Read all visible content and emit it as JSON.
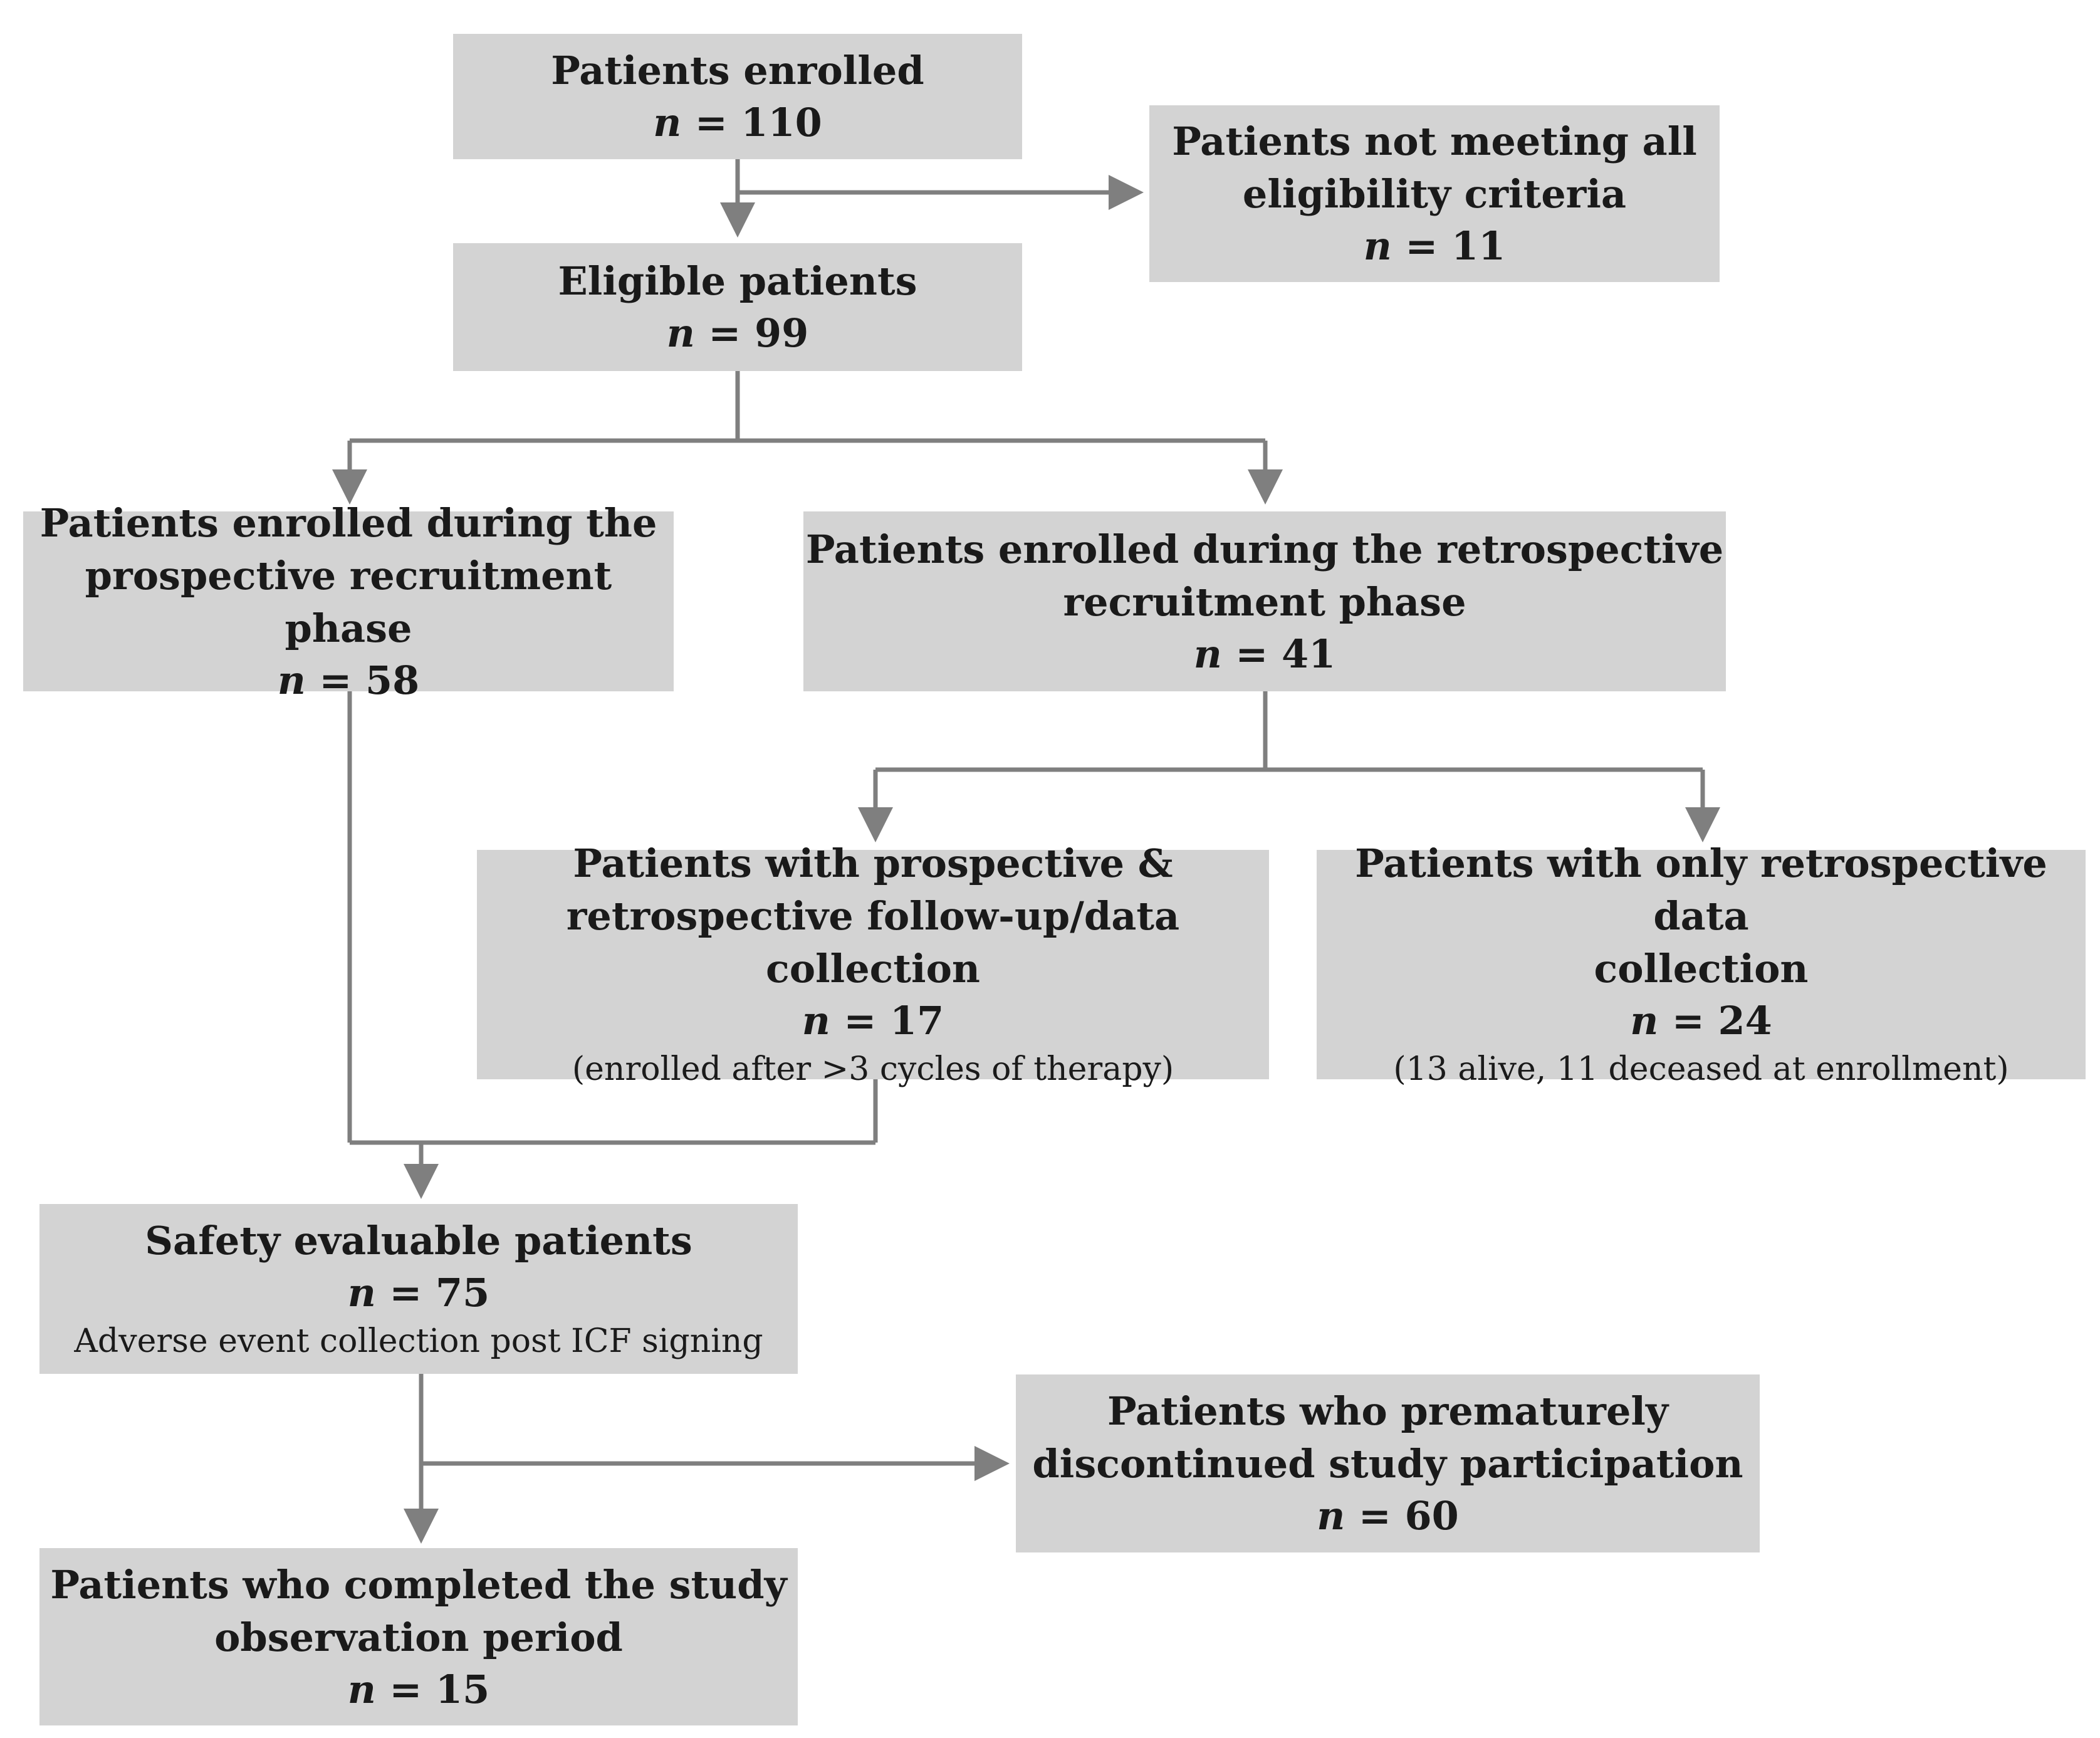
{
  "variable": "n",
  "boxes": {
    "enrolled": {
      "title": [
        "Patients enrolled"
      ],
      "count": "= 110"
    },
    "not_eligible": {
      "title": [
        "Patients not meeting all",
        "eligibility criteria"
      ],
      "count": "= 11"
    },
    "eligible": {
      "title": [
        "Eligible patients"
      ],
      "count": "= 99"
    },
    "prospective": {
      "title": [
        "Patients enrolled during the",
        "prospective recruitment phase"
      ],
      "count": "= 58"
    },
    "retrospective": {
      "title": [
        "Patients enrolled during the retrospective",
        "recruitment phase"
      ],
      "count": "= 41"
    },
    "pro_retro": {
      "title": [
        "Patients with prospective &",
        "retrospective follow-up/data collection"
      ],
      "count": "= 17",
      "note": "(enrolled after >3 cycles of therapy)"
    },
    "only_retro": {
      "title": [
        "Patients with only retrospective data",
        "collection"
      ],
      "count": "= 24",
      "note": "(13 alive, 11 deceased at enrollment)"
    },
    "safety": {
      "title": [
        "Safety evaluable patients"
      ],
      "count": "= 75",
      "note": "Adverse event collection post ICF signing"
    },
    "discontinued": {
      "title": [
        "Patients who prematurely",
        "discontinued study participation"
      ],
      "count": "= 60"
    },
    "completed": {
      "title": [
        "Patients who completed the study",
        "observation period"
      ],
      "count": "= 15"
    }
  },
  "colors": {
    "box_fill": "#d3d3d3",
    "connector": "#7f7f7f",
    "text": "#1a1a1a"
  }
}
